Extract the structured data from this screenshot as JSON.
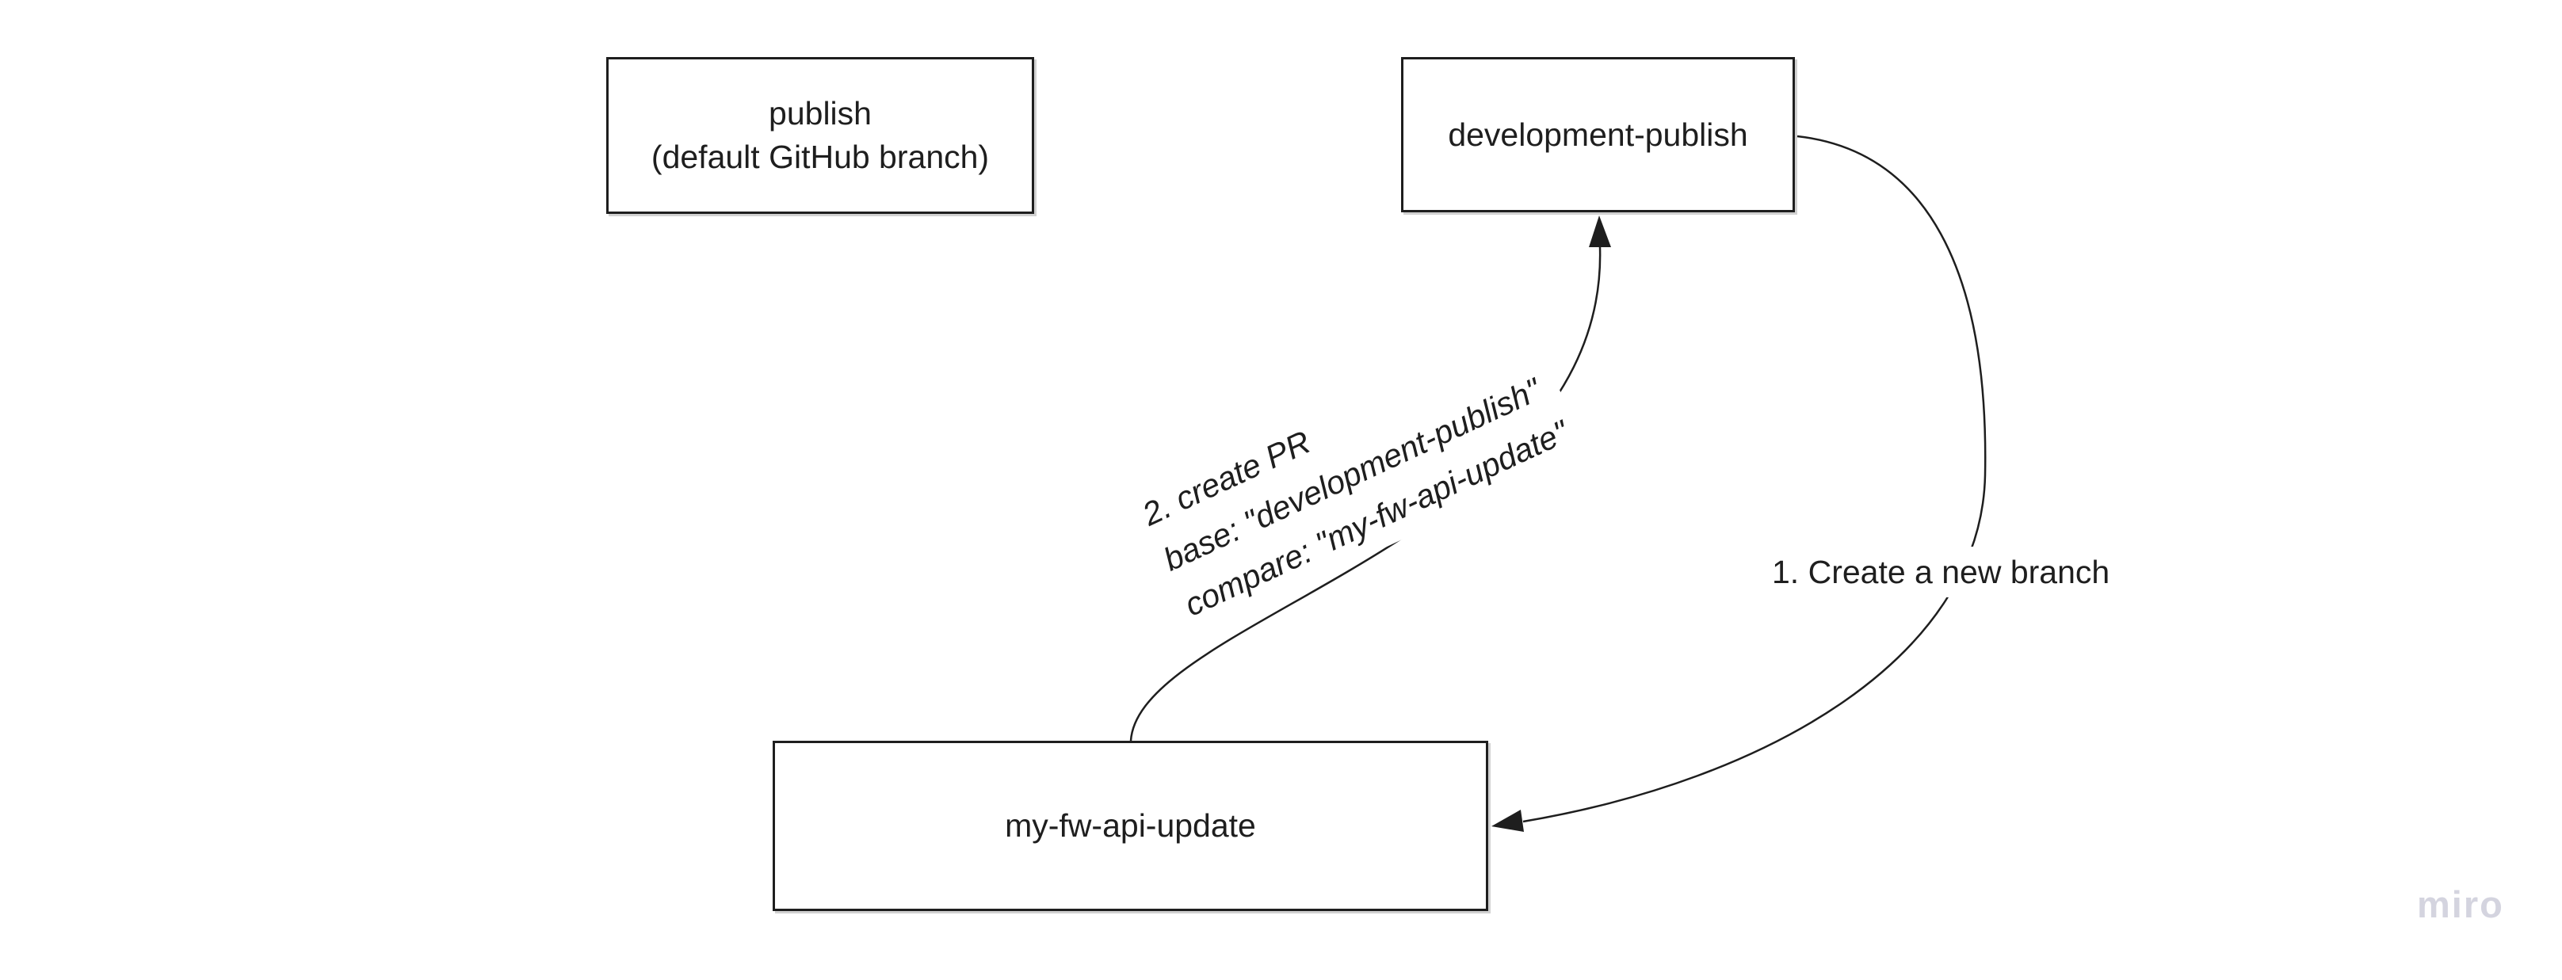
{
  "canvas": {
    "background": "#ffffff"
  },
  "colors": {
    "ink": "#1e1e1e",
    "watermark": "#d4d4df"
  },
  "boxes": {
    "publish": {
      "line1": "publish",
      "line2": "(default GitHub branch)"
    },
    "development_publish": {
      "label": "development-publish"
    },
    "my_fw_api_update": {
      "label": "my-fw-api-update"
    }
  },
  "connectors": {
    "create_branch": {
      "label": "1. Create a new branch"
    },
    "create_pr": {
      "line1": "2. create PR",
      "line2": "base: \"development-publish\"",
      "line3": "compare: \"my-fw-api-update\""
    }
  },
  "watermark": {
    "label": "miro"
  }
}
